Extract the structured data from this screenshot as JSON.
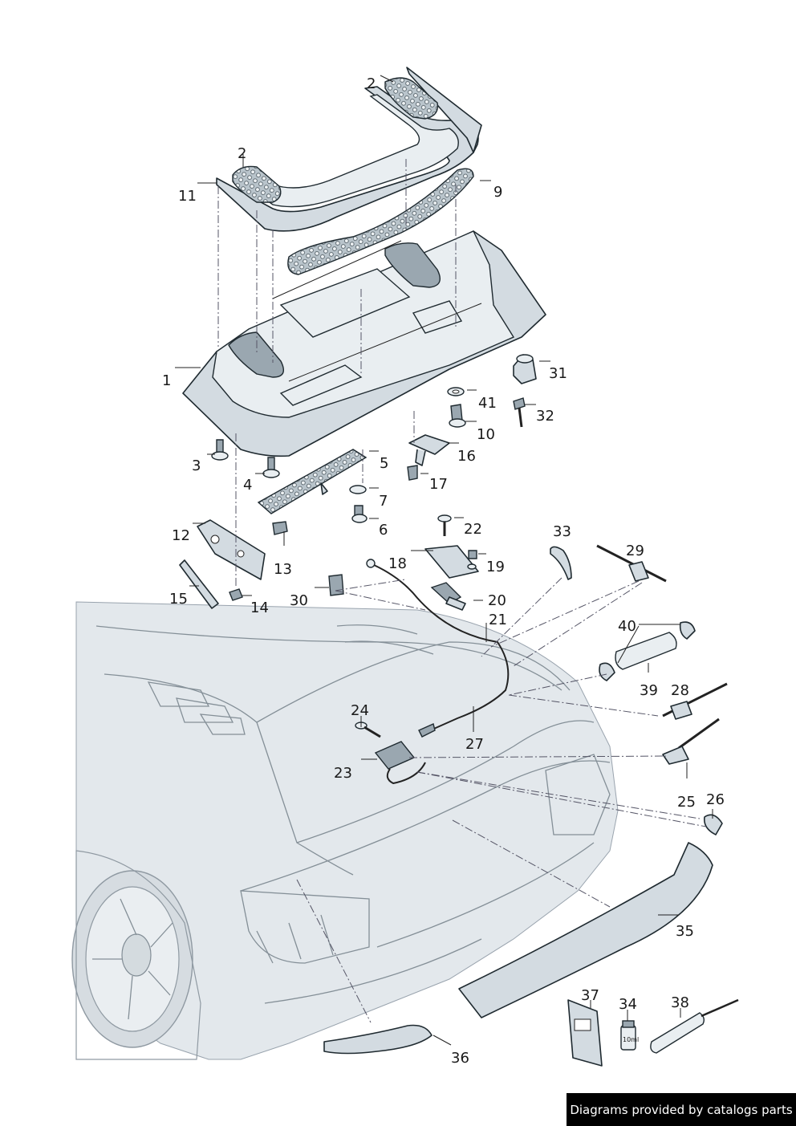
{
  "attribution": "Diagrams provided by catalogs parts",
  "callouts": [
    {
      "id": "c2a",
      "label": "2"
    },
    {
      "id": "c2b",
      "label": "2"
    },
    {
      "id": "c11",
      "label": "11"
    },
    {
      "id": "c9",
      "label": "9"
    },
    {
      "id": "c1",
      "label": "1"
    },
    {
      "id": "c31",
      "label": "31"
    },
    {
      "id": "c41",
      "label": "41"
    },
    {
      "id": "c32",
      "label": "32"
    },
    {
      "id": "c10",
      "label": "10"
    },
    {
      "id": "c3",
      "label": "3"
    },
    {
      "id": "c5",
      "label": "5"
    },
    {
      "id": "c16",
      "label": "16"
    },
    {
      "id": "c4",
      "label": "4"
    },
    {
      "id": "c17",
      "label": "17"
    },
    {
      "id": "c7",
      "label": "7"
    },
    {
      "id": "c6",
      "label": "6"
    },
    {
      "id": "c22",
      "label": "22"
    },
    {
      "id": "c33",
      "label": "33"
    },
    {
      "id": "c12",
      "label": "12"
    },
    {
      "id": "c18",
      "label": "18"
    },
    {
      "id": "c29",
      "label": "29"
    },
    {
      "id": "c19",
      "label": "19"
    },
    {
      "id": "c13",
      "label": "13"
    },
    {
      "id": "c15",
      "label": "15"
    },
    {
      "id": "c30",
      "label": "30"
    },
    {
      "id": "c20",
      "label": "20"
    },
    {
      "id": "c14",
      "label": "14"
    },
    {
      "id": "c21",
      "label": "21"
    },
    {
      "id": "c40",
      "label": "40"
    },
    {
      "id": "c39",
      "label": "39"
    },
    {
      "id": "c28",
      "label": "28"
    },
    {
      "id": "c24",
      "label": "24"
    },
    {
      "id": "c27",
      "label": "27"
    },
    {
      "id": "c23",
      "label": "23"
    },
    {
      "id": "c25",
      "label": "25"
    },
    {
      "id": "c26",
      "label": "26"
    },
    {
      "id": "c35",
      "label": "35"
    },
    {
      "id": "c37",
      "label": "37"
    },
    {
      "id": "c34",
      "label": "34"
    },
    {
      "id": "c38",
      "label": "38"
    },
    {
      "id": "c36",
      "label": "36"
    }
  ],
  "parts_text": {
    "bottle_label": "10ml"
  }
}
